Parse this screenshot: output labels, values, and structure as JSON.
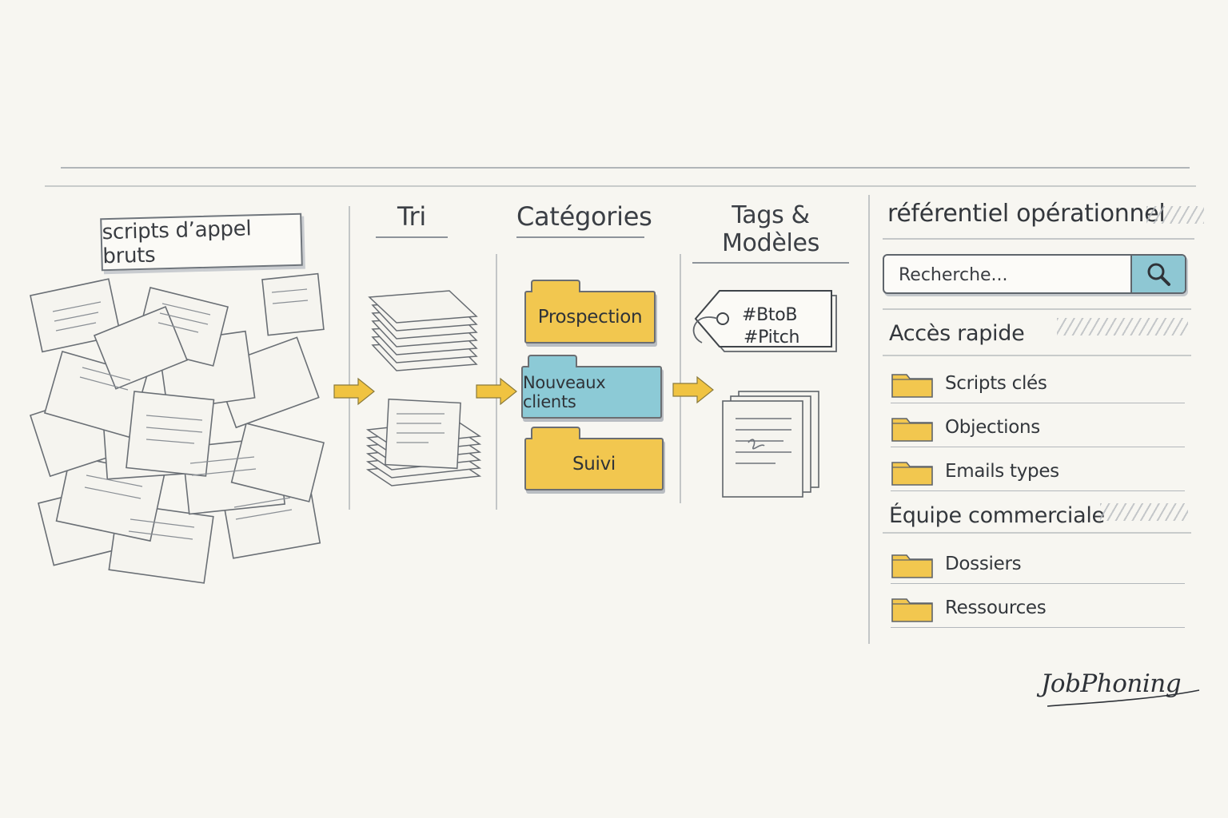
{
  "stages": {
    "raw": "scripts d’appel bruts",
    "tri": "Tri",
    "categories": "Catégories",
    "tags": "Tags & Modèles"
  },
  "categories": [
    {
      "label": "Prospection",
      "color": "#f2c74f"
    },
    {
      "label": "Nouveaux clients",
      "color": "#8ccad6"
    },
    {
      "label": "Suivi",
      "color": "#f2c74f"
    }
  ],
  "tags": [
    "#BtoB",
    "#Pitch"
  ],
  "panel": {
    "title": "référentiel opérationnel",
    "search_placeholder": "Recherche...",
    "quick_access": {
      "title": "Accès rapide",
      "items": [
        "Scripts clés",
        "Objections",
        "Emails types"
      ]
    },
    "team": {
      "title": "Équipe commerciale",
      "items": [
        "Dossiers",
        "Ressources"
      ]
    }
  },
  "brand": "JobPhoning",
  "colors": {
    "folder_yellow": "#f2c74f",
    "folder_blue": "#8ccad6",
    "arrow": "#f0c341"
  }
}
